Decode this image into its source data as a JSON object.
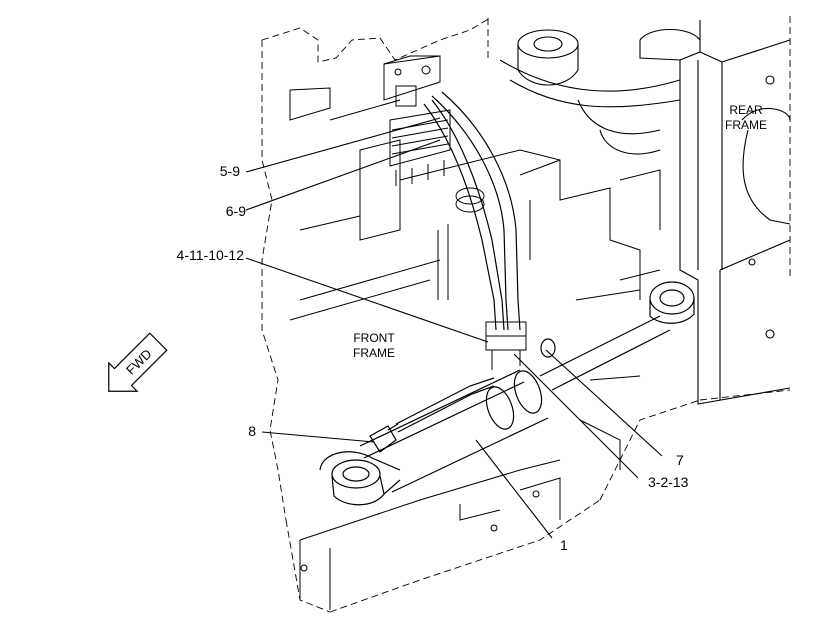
{
  "callouts": [
    {
      "id": "c59",
      "label": "5-9"
    },
    {
      "id": "c69",
      "label": "6-9"
    },
    {
      "id": "c4111012",
      "label": "4-11-10-12"
    },
    {
      "id": "c8",
      "label": "8"
    },
    {
      "id": "c7",
      "label": "7"
    },
    {
      "id": "c3213",
      "label": "3-2-13"
    },
    {
      "id": "c1",
      "label": "1"
    }
  ],
  "regions": {
    "rear_frame": {
      "line1": "REAR",
      "line2": "FRAME"
    },
    "front_frame": {
      "line1": "FRONT",
      "line2": "FRAME"
    }
  },
  "direction_arrow": {
    "label": "FWD"
  },
  "colors": {
    "line": "#000000",
    "background": "#ffffff"
  }
}
